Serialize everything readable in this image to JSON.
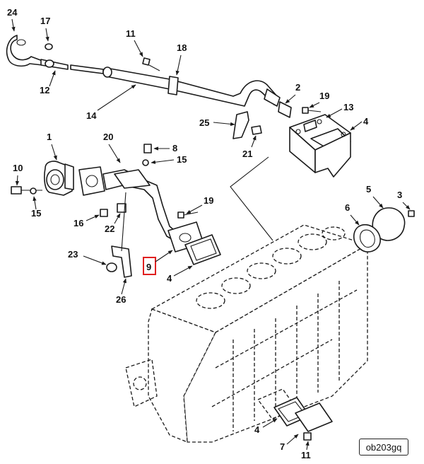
{
  "figure_code": "ob203gq",
  "highlight_color": "#e02020",
  "callouts": [
    "24",
    "17",
    "11",
    "18",
    "12",
    "14",
    "2",
    "19",
    "13",
    "4",
    "25",
    "21",
    "1",
    "20",
    "8",
    "15",
    "10",
    "15",
    "19",
    "16",
    "22",
    "5",
    "3",
    "6",
    "9",
    "23",
    "4",
    "26",
    "4",
    "7",
    "11"
  ],
  "highlighted_callout": "9"
}
